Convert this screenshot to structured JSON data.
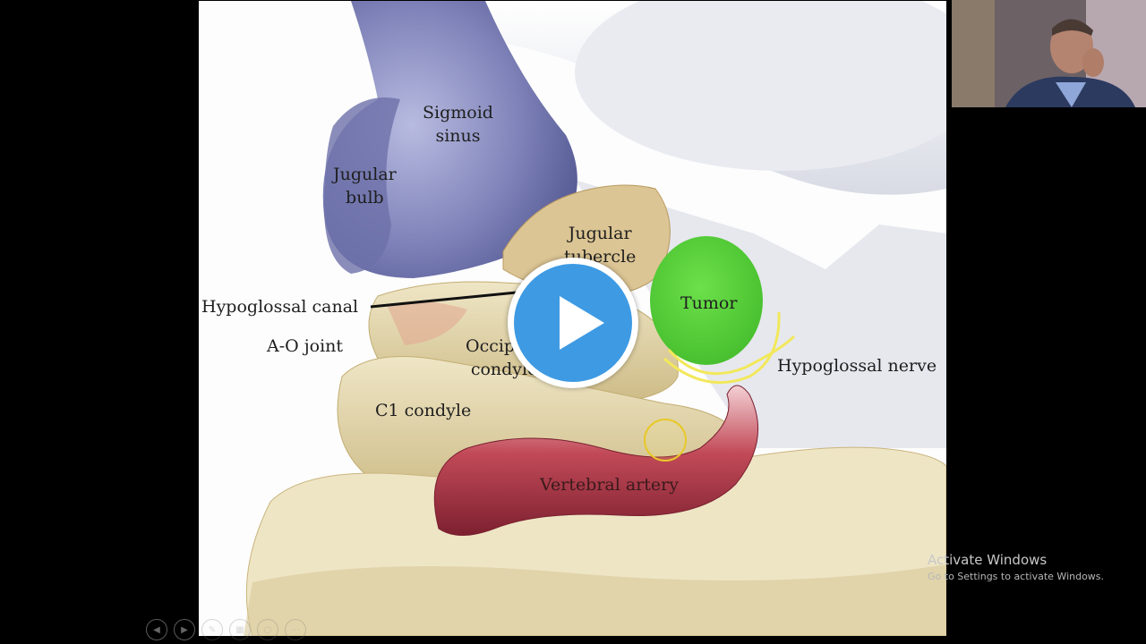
{
  "slide": {
    "labels": {
      "sigmoid_sinus": [
        "Sigmoid",
        "sinus"
      ],
      "jugular_bulb": [
        "Jugular",
        "bulb"
      ],
      "jugular_tubercle": [
        "Jugular",
        "tubercle"
      ],
      "tumor": "Tumor",
      "hypoglossal_canal": "Hypoglossal canal",
      "ao_joint": "A-O joint",
      "occipital_condyle": [
        "Occipital",
        "condyle"
      ],
      "c1_condyle": "C1 condyle",
      "vertebral_artery": "Vertebral artery",
      "hypoglossal_nerve": "Hypoglossal nerve"
    }
  },
  "watermark": {
    "title": "Activate Windows",
    "subtitle": "Go to Settings to activate Windows."
  },
  "toolbar": {
    "icons": [
      "previous-icon",
      "next-icon",
      "pen-icon",
      "slides-icon",
      "zoom-icon",
      "more-icon"
    ]
  },
  "colors": {
    "tumor": "#59d23c",
    "play_button": "#3e9ae3",
    "artery": "#a63a45",
    "sinus": "#7c7fb6",
    "bone": "#e2d4a8"
  }
}
